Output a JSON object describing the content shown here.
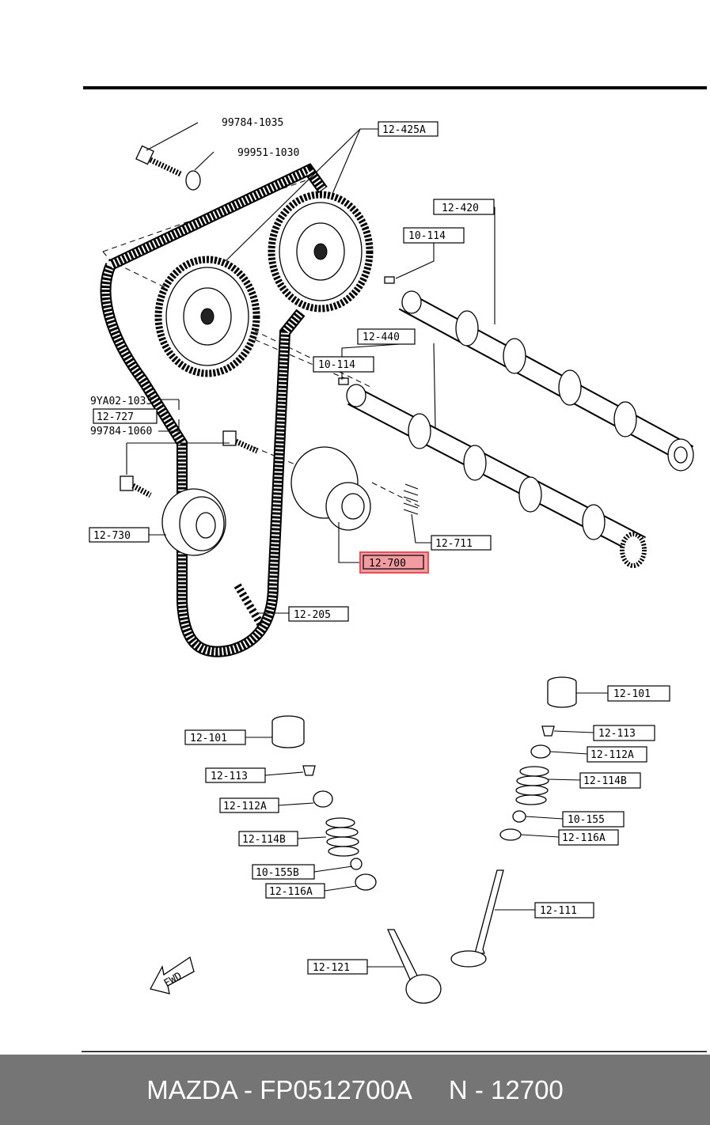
{
  "labels": {
    "bolt_top": "99784-1035",
    "washer": "99951-1030",
    "pulley_cam": "12-425A",
    "camshaft_exhaust": "12-420",
    "plug_upper": "10-114",
    "camshaft_intake": "12-440",
    "plug_lower": "10-114",
    "bolt_9ya": "9YA02-1033",
    "idler_set": "12-727",
    "bolt_idler": "99784-1060",
    "idler_pulley": "12-730",
    "tensioner_spring": "12-711",
    "tensioner_pulley": "12-700",
    "timing_belt": "12-205",
    "tappet_right": "12-101",
    "tappet_left": "12-101",
    "keeper_right": "12-113",
    "keeper_left": "12-113",
    "retainer_right": "12-112A",
    "retainer_left": "12-112A",
    "spring_right": "12-114B",
    "spring_left": "12-114B",
    "seal_right": "10-155",
    "seal_left": "10-155B",
    "seat_right": "12-116A",
    "seat_left": "12-116A",
    "valve_exhaust": "12-111",
    "valve_intake": "12-121",
    "fwd": "FWD"
  },
  "highlight_color": "#e8505b",
  "footer": {
    "brand_part": "MAZDA - FP0512700A",
    "code": "N - 12700"
  }
}
